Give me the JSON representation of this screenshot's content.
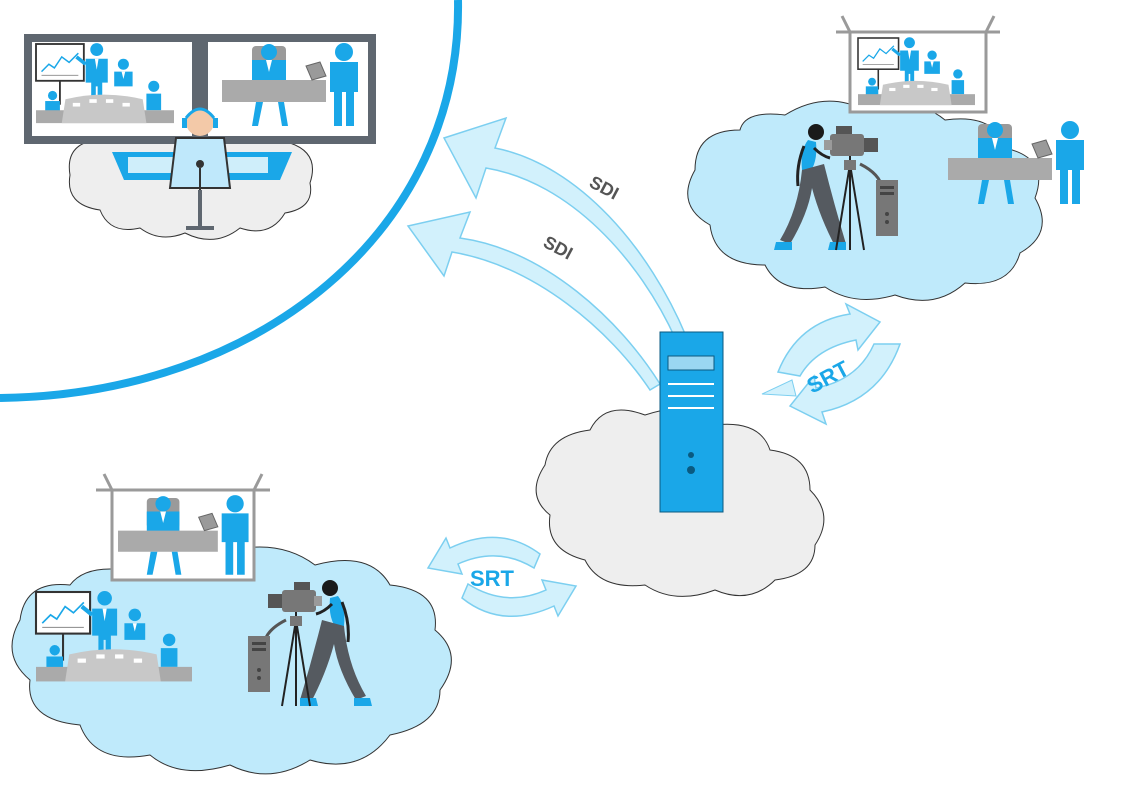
{
  "labels": {
    "sdi_upper": "SDI",
    "sdi_lower": "SDI",
    "srt_right": "SRT",
    "srt_left": "SRT"
  },
  "colors": {
    "accent_blue": "#1aa7e8",
    "light_blue_cloud": "#bfeafb",
    "light_gray_cloud": "#eeeeee",
    "arrow_fill": "#d2f1fc",
    "monitor_frame": "#5f6770",
    "gray": "#9a9a9a",
    "dark_gray": "#555a60"
  },
  "icons": {
    "control_room": "operator-with-monitors-icon",
    "server": "server-tower-icon",
    "camera": "video-camera-on-tripod-icon",
    "presenter": "presenter-with-chart-icon",
    "meeting": "meeting-table-icon"
  }
}
